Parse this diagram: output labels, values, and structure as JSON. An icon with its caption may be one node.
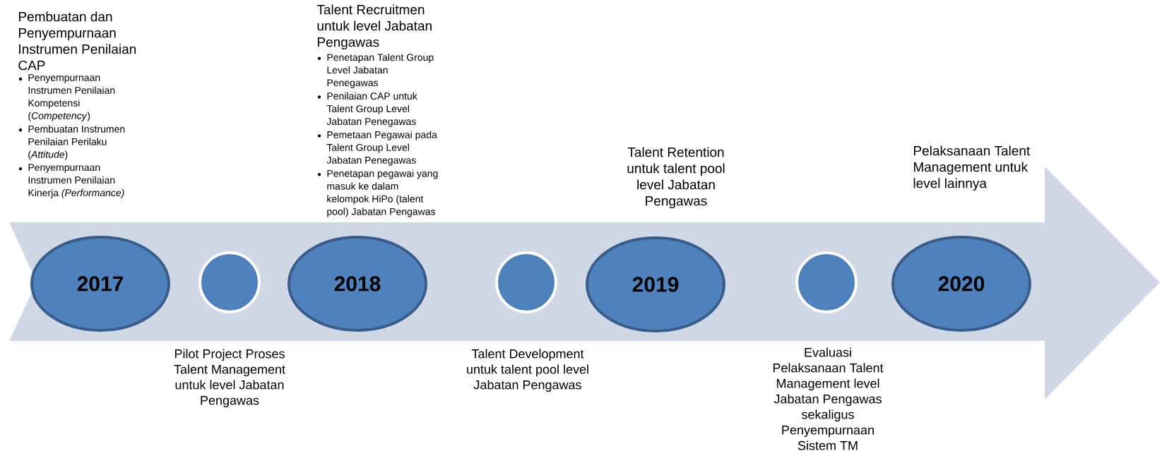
{
  "diagram": {
    "nodes": [
      {
        "text": [
          "2017"
        ],
        "beside": [
          "Pembuatan dan Penyempurnaan Instrumen Penilaian CAP",
          "Penyempurnaan Instrumen Penilaian Kompetensi (*Competency*)",
          "Pembuatan Instrumen Penilaian Perilaku (*Attitude*)",
          "Penyempurnaan Instrumen Penilaian Kinerja *(Performance)*"
        ]
      },
      {
        "text": [],
        "shape": "circle"
      },
      {
        "text": [
          "2018"
        ],
        "beside": [
          "Talent Recruitmen untuk level Jabatan Pengawas",
          "Penetapan Talent Group Level Jabatan Penegawas",
          "Penilaian CAP untuk Talent Group Level Jabatan Penegawas",
          "Pemetaan Pegawai pada Talent Group Level Jabatan Penegawas",
          "Penetapan pegawai yang masuk ke dalam kelompok HiPo (talent pool) Jabatan Pengawas"
        ]
      },
      {
        "text": [],
        "shape": "circle"
      },
      {
        "text": [
          "2019"
        ],
        "beside": [
          "Talent Retention untuk talent pool level Jabatan Pengawas"
        ]
      },
      {
        "text": [],
        "shape": "circle"
      },
      {
        "text": [
          "2020"
        ],
        "beside": [
          "Pelaksanaan Talent Management untuk level lainnya"
        ]
      }
    ],
    "labels": [
      "Pilot Project Proses Talent Management untuk level Jabatan Pengawas",
      "Talent Development untuk talent pool level Jabatan Pengawas",
      "Evaluasi Pelaksanaan Talent Management level Jabatan Pengawas sekaligus Penyempurnaan Sistem TM"
    ]
  }
}
